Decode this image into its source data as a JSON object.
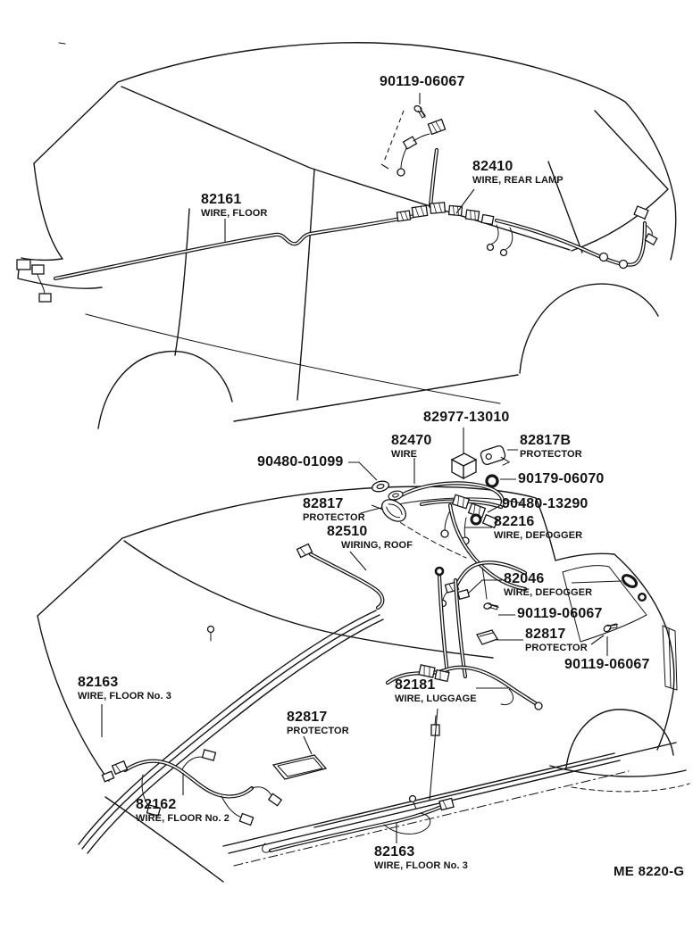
{
  "page": {
    "code": "ME 8220-G"
  },
  "labels": [
    {
      "number": "90119-06067",
      "name": ""
    },
    {
      "number": "82410",
      "name": "WIRE, REAR LAMP"
    },
    {
      "number": "82161",
      "name": "WIRE, FLOOR"
    },
    {
      "number": "82977-13010",
      "name": ""
    },
    {
      "number": "82470",
      "name": "WIRE"
    },
    {
      "number": "82817B",
      "name": "PROTECTOR"
    },
    {
      "number": "90480-01099",
      "name": ""
    },
    {
      "number": "90179-06070",
      "name": ""
    },
    {
      "number": "82817",
      "name": "PROTECTOR"
    },
    {
      "number": "90480-13290",
      "name": ""
    },
    {
      "number": "82510",
      "name": "WIRING, ROOF"
    },
    {
      "number": "82216",
      "name": "WIRE, DEFOGGER"
    },
    {
      "number": "82046",
      "name": "WIRE, DEFOGGER"
    },
    {
      "number": "90119-06067",
      "name": ""
    },
    {
      "number": "82817",
      "name": "PROTECTOR"
    },
    {
      "number": "90119-06067",
      "name": ""
    },
    {
      "number": "82163",
      "name": "WIRE, FLOOR No. 3"
    },
    {
      "number": "82181",
      "name": "WIRE, LUGGAGE"
    },
    {
      "number": "82817",
      "name": "PROTECTOR"
    },
    {
      "number": "82162",
      "name": "WIRE, FLOOR No. 2"
    },
    {
      "number": "82163",
      "name": "WIRE, FLOOR No. 3"
    }
  ]
}
